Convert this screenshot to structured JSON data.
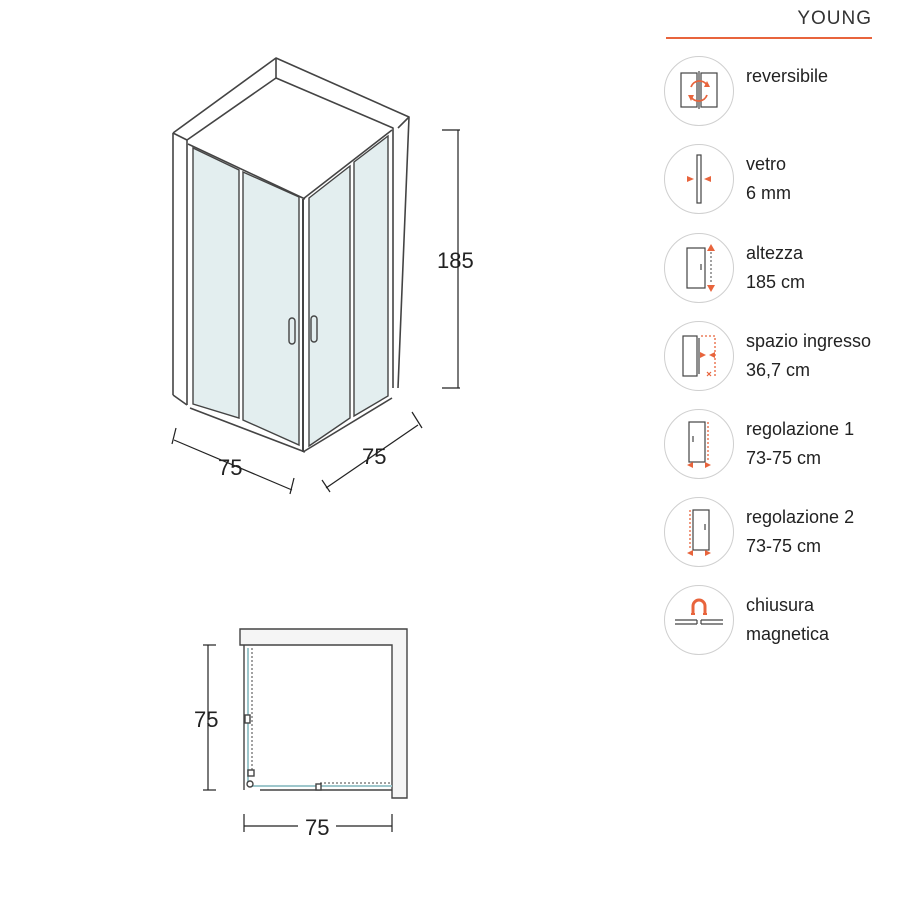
{
  "brand": "YOUNG",
  "colors": {
    "accent": "#e8643c",
    "frame": "#444444",
    "glass": "#e3eeef",
    "glass_line": "#9ec7cc"
  },
  "dimensions": {
    "iso_height": "185",
    "iso_width_left": "75",
    "iso_width_right": "75",
    "plan_depth": "75",
    "plan_width": "75"
  },
  "features": [
    {
      "icon": "reversible-icon",
      "line1": "reversibile",
      "line2": ""
    },
    {
      "icon": "glass-thickness-icon",
      "line1": "vetro",
      "line2": "6 mm"
    },
    {
      "icon": "height-icon",
      "line1": "altezza",
      "line2": "185 cm"
    },
    {
      "icon": "entrance-space-icon",
      "line1": "spazio ingresso",
      "line2": "36,7 cm"
    },
    {
      "icon": "adjustment-1-icon",
      "line1": "regolazione 1",
      "line2": "73-75 cm"
    },
    {
      "icon": "adjustment-2-icon",
      "line1": "regolazione 2",
      "line2": "73-75 cm"
    },
    {
      "icon": "magnetic-closure-icon",
      "line1": "chiusura",
      "line2": "magnetica"
    }
  ]
}
